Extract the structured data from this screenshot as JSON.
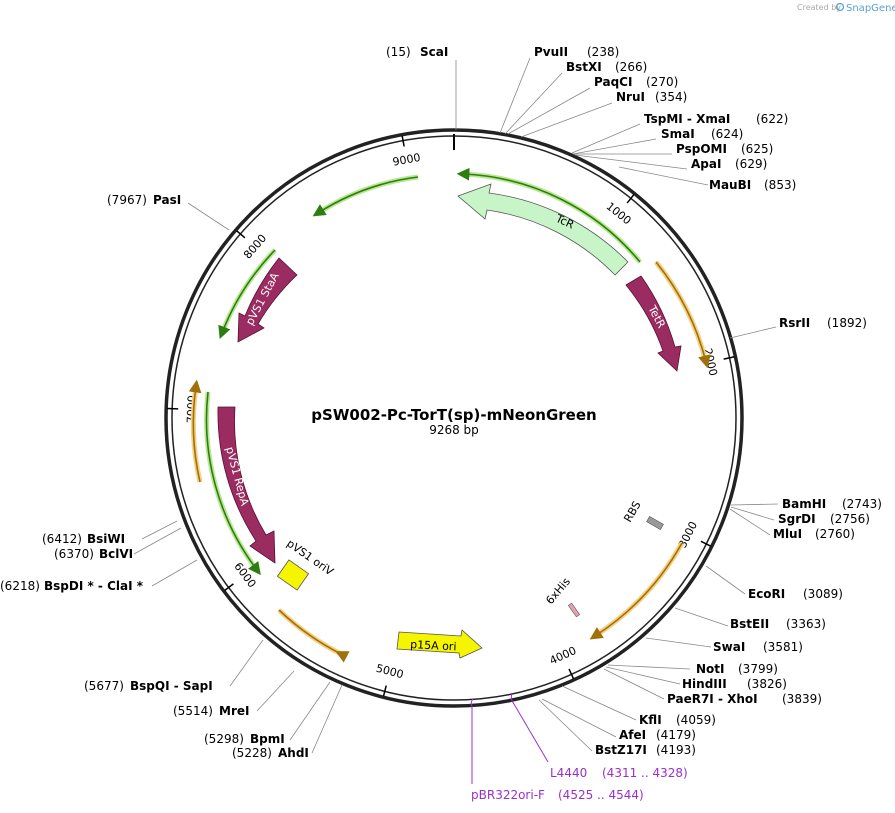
{
  "credit": {
    "created_by": "Created by",
    "brand": "SnapGene"
  },
  "plasmid": {
    "name": "pSW002-Pc-TorT(sp)-mNeonGreen",
    "length": "9268 bp"
  },
  "ticks": [
    "1000",
    "2000",
    "3000",
    "4000",
    "5000",
    "6000",
    "7000",
    "8000",
    "9000"
  ],
  "enzymes": [
    {
      "name": "ScaI",
      "pos": "(15)"
    },
    {
      "name": "PvuII",
      "pos": "(238)"
    },
    {
      "name": "BstXI",
      "pos": "(266)"
    },
    {
      "name": "PaqCI",
      "pos": "(270)"
    },
    {
      "name": "NruI",
      "pos": "(354)"
    },
    {
      "name": "TspMI  - XmaI",
      "pos": "(622)"
    },
    {
      "name": "SmaI",
      "pos": "(624)"
    },
    {
      "name": "PspOMI",
      "pos": "(625)"
    },
    {
      "name": "ApaI",
      "pos": "(629)"
    },
    {
      "name": "MauBI",
      "pos": "(853)"
    },
    {
      "name": "RsrII",
      "pos": "(1892)"
    },
    {
      "name": "BamHI",
      "pos": "(2743)"
    },
    {
      "name": "SgrDI",
      "pos": "(2756)"
    },
    {
      "name": "MluI",
      "pos": "(2760)"
    },
    {
      "name": "EcoRI",
      "pos": "(3089)"
    },
    {
      "name": "BstEII",
      "pos": "(3363)"
    },
    {
      "name": "SwaI",
      "pos": "(3581)"
    },
    {
      "name": "NotI",
      "pos": "(3799)"
    },
    {
      "name": "HindIII",
      "pos": "(3826)"
    },
    {
      "name": "PaeR7I  - XhoI",
      "pos": "(3839)"
    },
    {
      "name": "KflI",
      "pos": "(4059)"
    },
    {
      "name": "AfeI",
      "pos": "(4179)"
    },
    {
      "name": "BstZ17I",
      "pos": "(4193)"
    },
    {
      "name": "AhdI",
      "pos": "(5228)"
    },
    {
      "name": "BpmI",
      "pos": "(5298)"
    },
    {
      "name": "MreI",
      "pos": "(5514)"
    },
    {
      "name": "BspQI  - SapI",
      "pos": "(5677)"
    },
    {
      "name": "BspDI *  - ClaI *",
      "pos": "(6218)"
    },
    {
      "name": "BclVI",
      "pos": "(6370)"
    },
    {
      "name": "BsiWI",
      "pos": "(6412)"
    },
    {
      "name": "PasI",
      "pos": "(7967)"
    }
  ],
  "primers": [
    {
      "name": "L4440",
      "range": "(4311 .. 4328)"
    },
    {
      "name": "pBR322ori-F",
      "range": "(4525 .. 4544)"
    }
  ],
  "features": {
    "tcr": "TcR",
    "tetr": "TetR",
    "staa": "pVS1 StaA",
    "repa": "pVS1 RepA",
    "pvs1_ori": "pVS1 oriV",
    "p15a": "p15A ori",
    "rbs": "RBS",
    "his": "6xHis"
  },
  "colors": {
    "backbone": "#222222",
    "cds_green": "#c8f5c8",
    "cds_maroon": "#9b2c62",
    "origin": "#f5f500",
    "primer": "#9b30c8",
    "green_arc": "#3a8a1a",
    "orange_arc": "#b8860b"
  }
}
